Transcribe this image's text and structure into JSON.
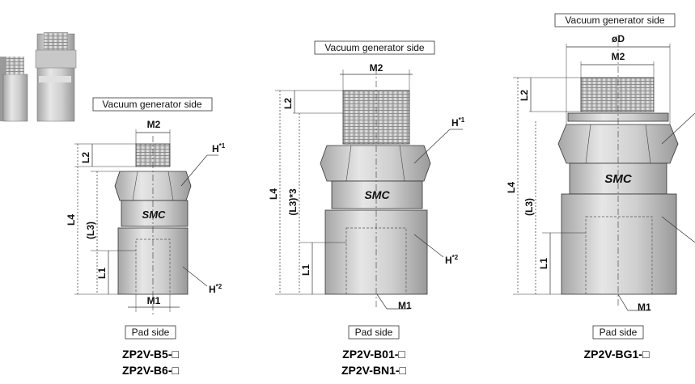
{
  "labels": {
    "vacuum_side": "Vacuum generator side",
    "pad_side": "Pad side",
    "brand": "SMC"
  },
  "dims": {
    "m1": "M1",
    "m2": "M2",
    "l1": "L1",
    "l2": "L2",
    "l3": "(L3)",
    "l3_note": "(L3)*3",
    "l4": "L4",
    "od": "øD",
    "h": "H",
    "h1_sup": "*1",
    "h2_sup": "*2"
  },
  "models": {
    "d1_a": "ZP2V-B5-□",
    "d1_b": "ZP2V-B6-□",
    "d2_a": "ZP2V-B01-□",
    "d2_b": "ZP2V-BN1-□",
    "d3_a": "ZP2V-BG1-□"
  },
  "colors": {
    "metal_light": "#d9d9d9",
    "metal_mid": "#b3b3b3",
    "metal_dark": "#8a8a8a",
    "line": "#222222"
  }
}
